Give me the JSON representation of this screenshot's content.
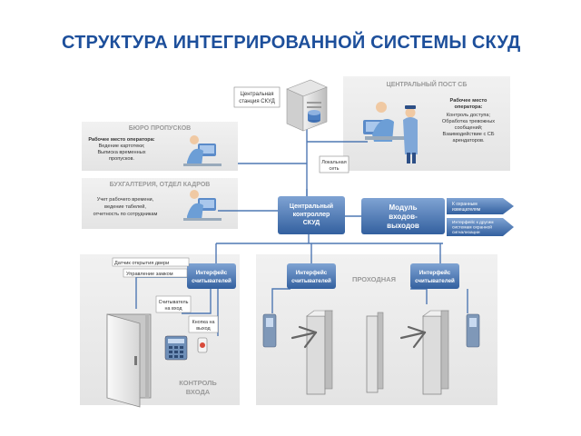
{
  "title": "СТРУКТУРА ИНТЕГРИРОВАННОЙ СИСТЕМЫ СКУД",
  "colors": {
    "title": "#1d4f9b",
    "panel_bg": "#ececec",
    "panel_header": "#9a9a9a",
    "blue_box_top": "#6d93c7",
    "blue_box_bottom": "#3a66a6",
    "line": "#4f78b3",
    "arrow": "#3a66a6"
  },
  "labels": {
    "central_station": [
      "Центральная",
      "станция СКУД"
    ],
    "local_network": [
      "Локальная",
      "сеть"
    ],
    "central_post": {
      "header": "ЦЕНТРАЛЬНЫЙ ПОСТ СБ",
      "lines": [
        "Рабочее место",
        "оператора:",
        "Контроль доступа;",
        "Обработка тревожных",
        "сообщений;",
        "Взаимодействие с СБ",
        "арендаторов."
      ]
    },
    "pass_bureau": {
      "header": "БЮРО ПРОПУСКОВ",
      "lines": [
        "Рабочее место оператора:",
        "Ведение картотеки;",
        "Выписка временных",
        "пропусков."
      ]
    },
    "accounting": {
      "header": "БУХГАЛТЕРИЯ, ОТДЕЛ КАДРОВ",
      "lines": [
        "Учет рабочего времени,",
        "ведение табелей,",
        "отчетность по сотрудникам"
      ]
    },
    "central_controller": [
      "Центральный",
      "контроллер",
      "СКУД"
    ],
    "io_module": [
      "Модуль",
      "входов-",
      "выходов"
    ],
    "arrow_alarm": [
      "К охранным",
      "извещателям"
    ],
    "arrow_interfaces": [
      "Интерфейс к другим",
      "системам охранной",
      "сигнализации"
    ],
    "reader_interface": [
      "Интерфейс",
      "считывателей"
    ],
    "door_sensor": "Датчик открытия двери",
    "lock_control": "Управление замком",
    "entry_reader": [
      "Считыватель",
      "на вход"
    ],
    "exit_button": [
      "Кнопка на",
      "выход"
    ],
    "entry_control": [
      "КОНТРОЛЬ",
      "ВХОДА"
    ],
    "checkpoint": "ПРОХОДНАЯ"
  }
}
